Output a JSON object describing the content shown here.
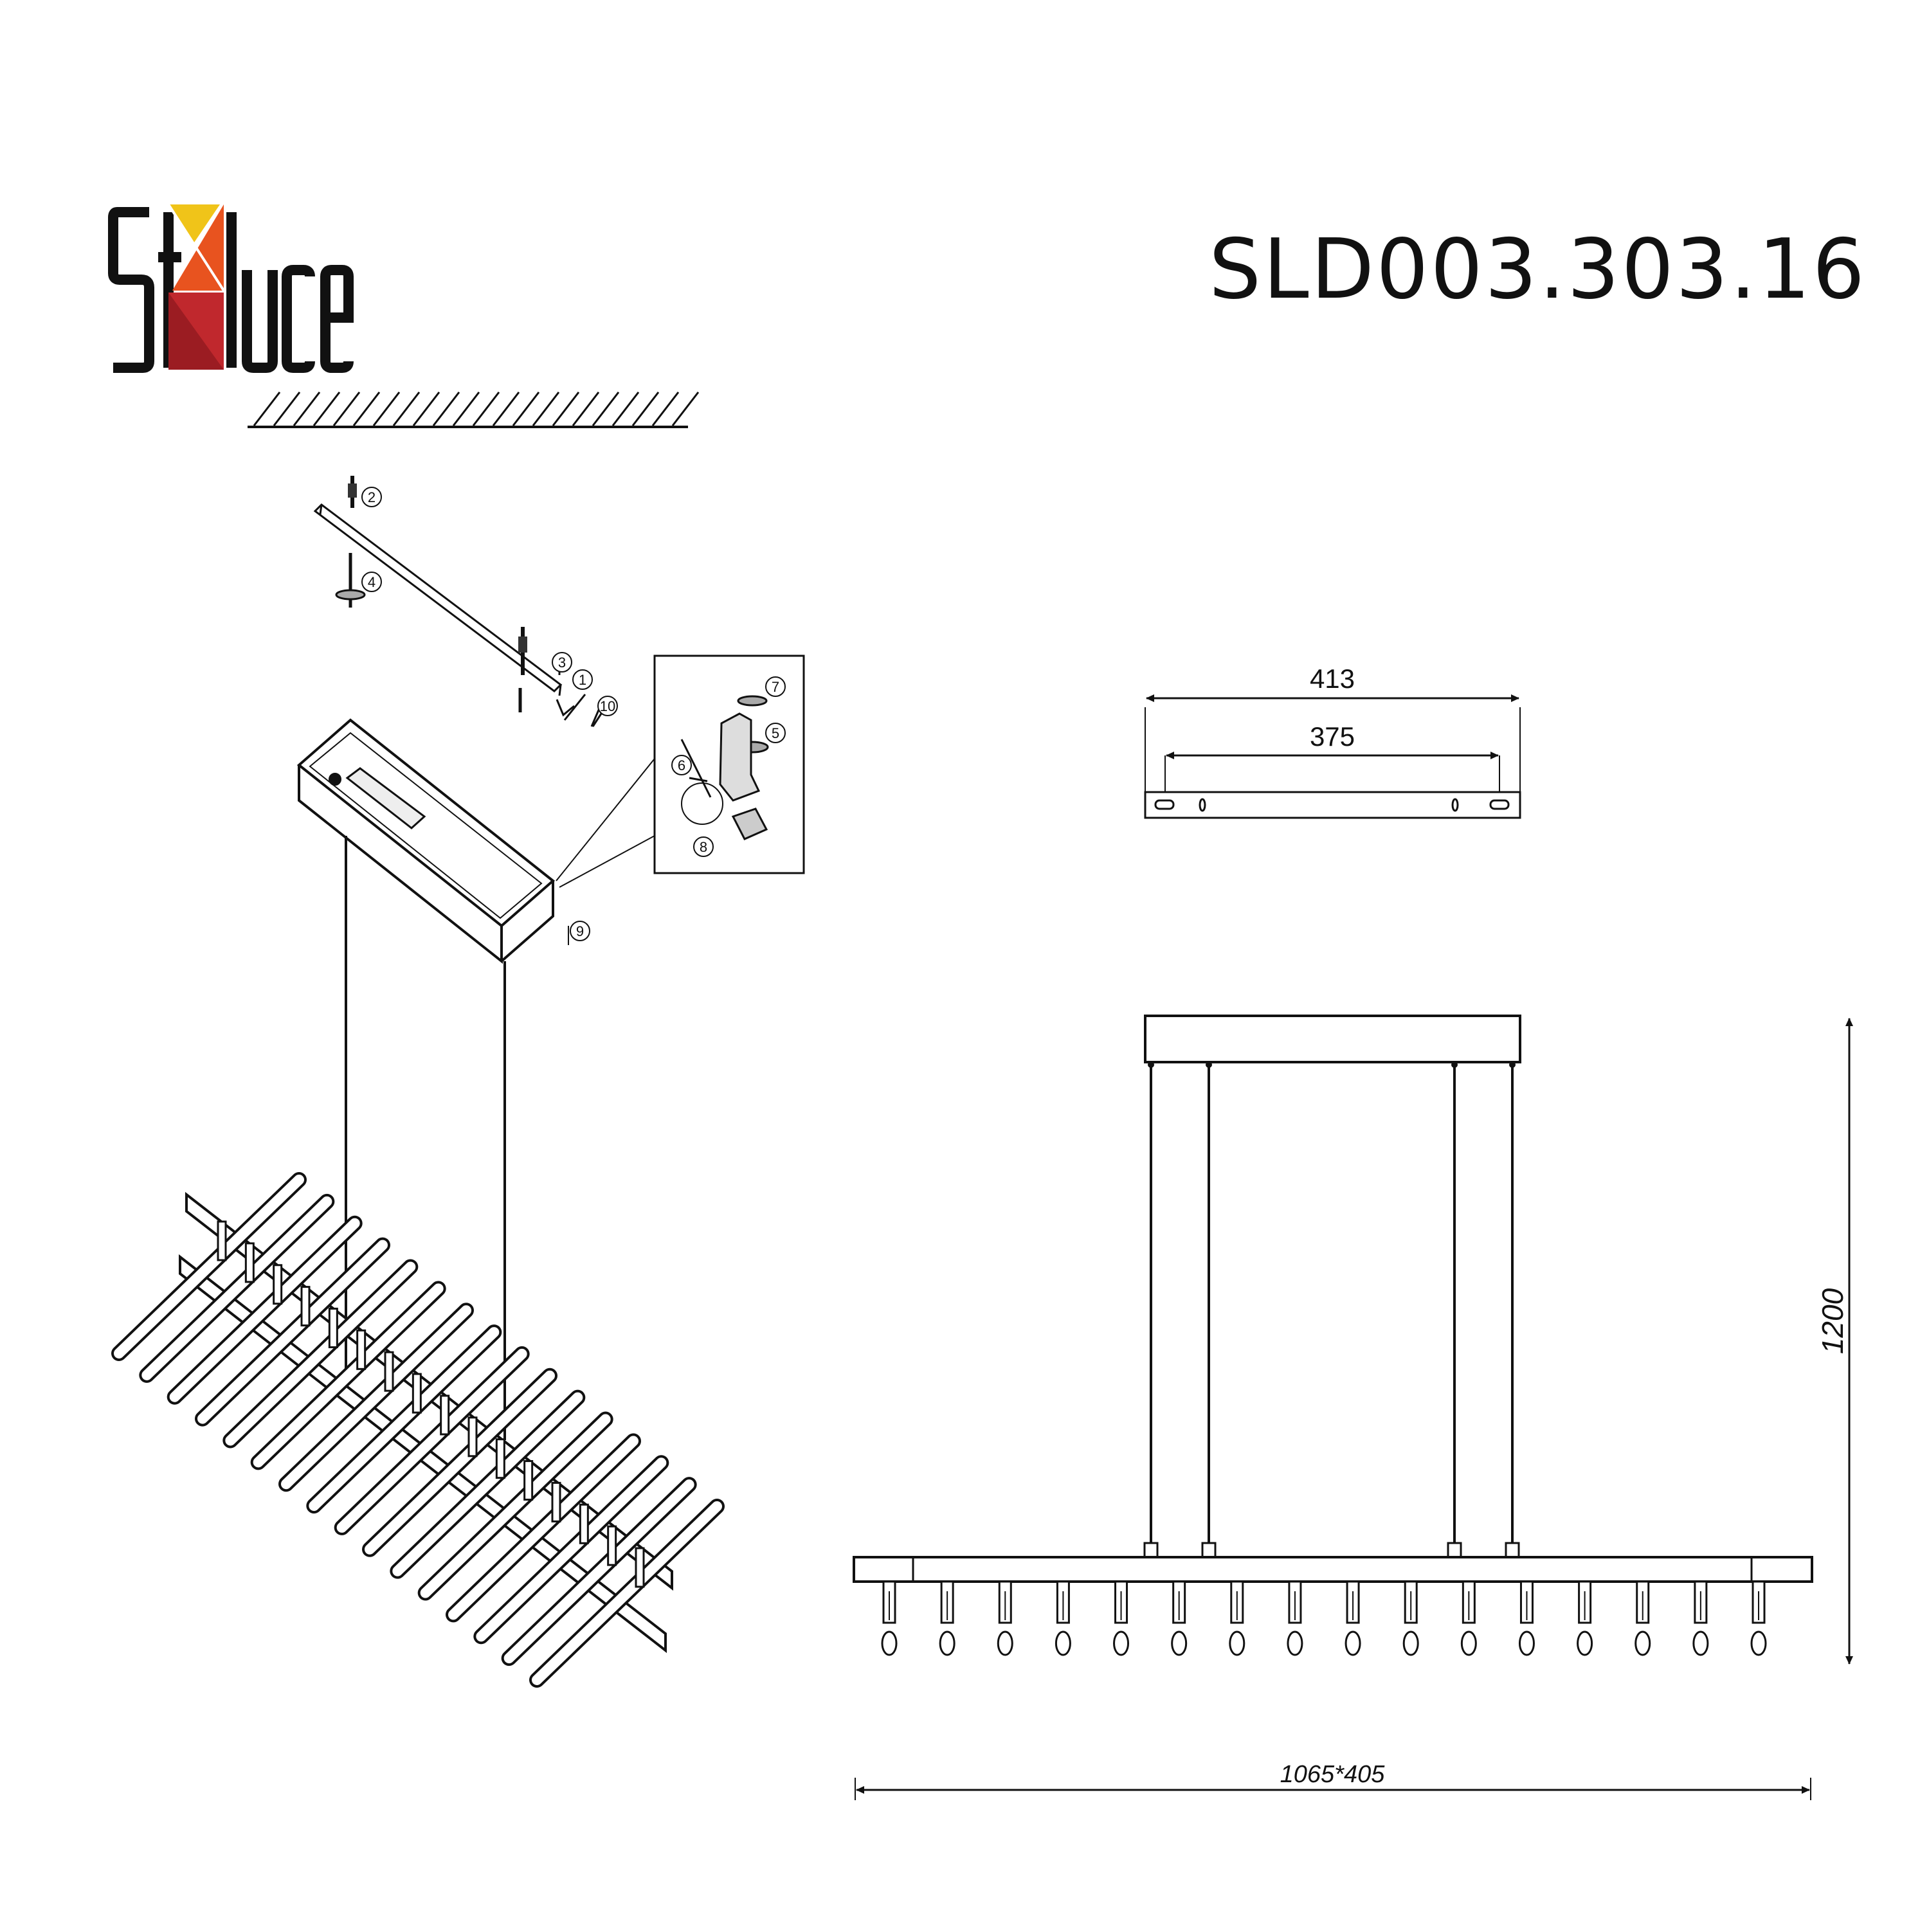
{
  "brand": {
    "logo_text": "stluce",
    "colors": {
      "yellow": "#f0c419",
      "orange": "#e8531f",
      "red": "#c0282d",
      "dark_red": "#9b1c22",
      "ink": "#111111"
    }
  },
  "model_code": "SLD003.303.16",
  "callouts": [
    "1",
    "2",
    "3",
    "4",
    "5",
    "6",
    "7",
    "8",
    "9",
    "10"
  ],
  "dimensions": {
    "canopy_length": "413",
    "mounting_hole_spacing": "375",
    "height": "1200",
    "overall": "1065*405"
  },
  "lamp_count": 16
}
